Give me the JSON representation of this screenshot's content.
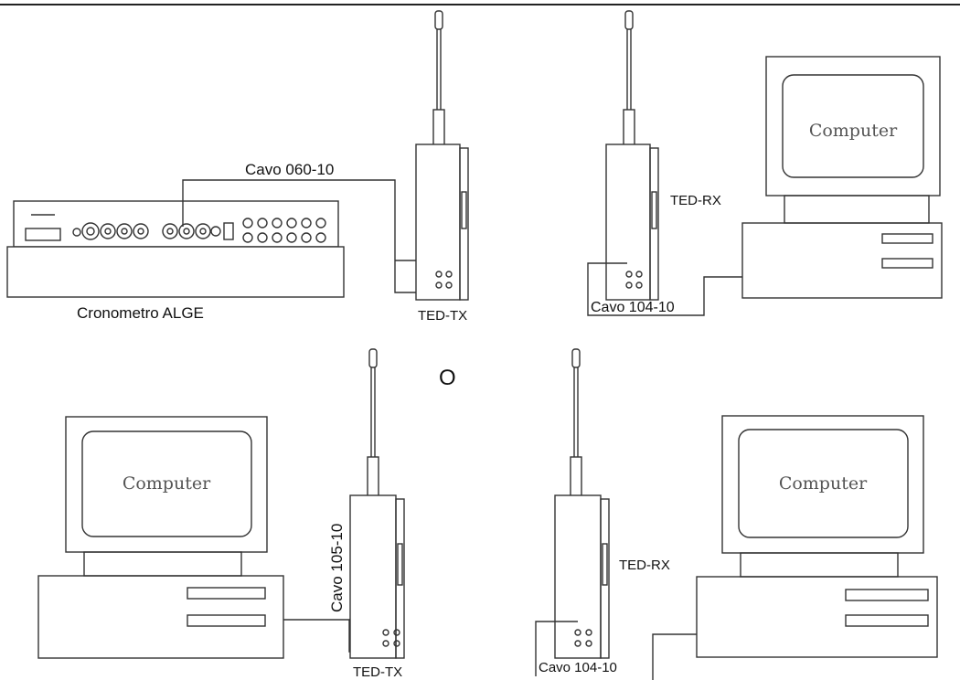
{
  "labels": {
    "cavo_060": "Cavo 060-10",
    "ted_rx_top": "TED-RX",
    "ted_tx_top": "TED-TX",
    "cronometro": "Cronometro ALGE",
    "cavo_104_top": "Cavo 104-10",
    "separator_o": "O",
    "cavo_105": "Cavo 105-10",
    "ted_rx_bottom": "TED-RX",
    "ted_tx_bottom": "TED-TX",
    "cavo_104_bottom": "Cavo 104-10"
  },
  "computers": {
    "top_right": "Computer",
    "bottom_left": "Computer",
    "bottom_right": "Computer"
  }
}
